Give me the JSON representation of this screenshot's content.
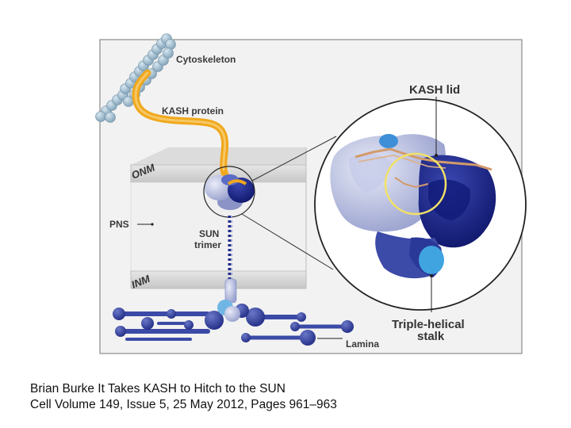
{
  "labels": {
    "cytoskeleton": "Cytoskeleton",
    "kash_protein": "KASH protein",
    "kash_lid": "KASH lid",
    "onm": "ONM",
    "pns": "PNS",
    "sun_trimer_1": "SUN",
    "sun_trimer_2": "trimer",
    "inm": "INM",
    "triple_helical_1": "Triple-helical",
    "triple_helical_2": "stalk",
    "lamina": "Lamina"
  },
  "caption": {
    "line1": "Brian Burke It Takes KASH to Hitch to the SUN",
    "line2": "Cell Volume 149, Issue 5, 25 May 2012, Pages 961–963"
  },
  "colors": {
    "cytoskeleton": "#a9c4d6",
    "kash": "#f0a81c",
    "sun_light": "#b9bfe0",
    "sun_dark": "#1e2a8c",
    "lamina": "#3b4aa6",
    "accent_cyan": "#3fa4e0",
    "highlight_circle": "#f2e266"
  }
}
